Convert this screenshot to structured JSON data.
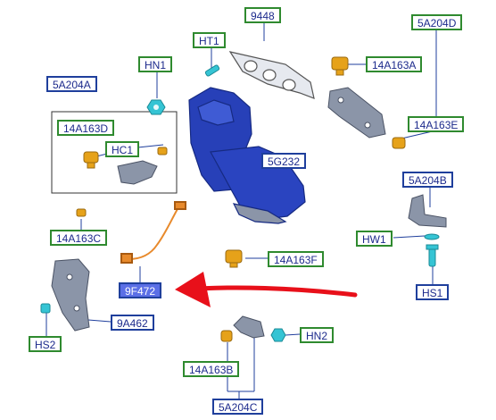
{
  "labels": {
    "p9448": "9448",
    "ht1": "HT1",
    "hn1": "HN1",
    "p5a204a": "5A204A",
    "p14a163d": "14A163D",
    "hc1": "HC1",
    "p5g232": "5G232",
    "p5a204d": "5A204D",
    "p14a163a": "14A163A",
    "p14a163e": "14A163E",
    "p5a204b": "5A204B",
    "hw1": "HW1",
    "hs1": "HS1",
    "p14a163c": "14A163C",
    "p14a163f": "14A163F",
    "p9f472": "9F472",
    "hs2": "HS2",
    "p9a462": "9A462",
    "hn2": "HN2",
    "p14a163b": "14A163B",
    "p5a204c": "5A204C"
  },
  "colors": {
    "callout_green": "#2f8a2f",
    "callout_blue": "#1f3f9c",
    "highlight_fill": "#5b6fe6",
    "arrow_red": "#e8101a",
    "catalyst_blue": "#2740b8",
    "bracket_grey": "#8b95a8",
    "clip_orange": "#e6a21a",
    "bolt_cyan": "#35c4d4",
    "sensor_orange": "#e88a2c"
  }
}
